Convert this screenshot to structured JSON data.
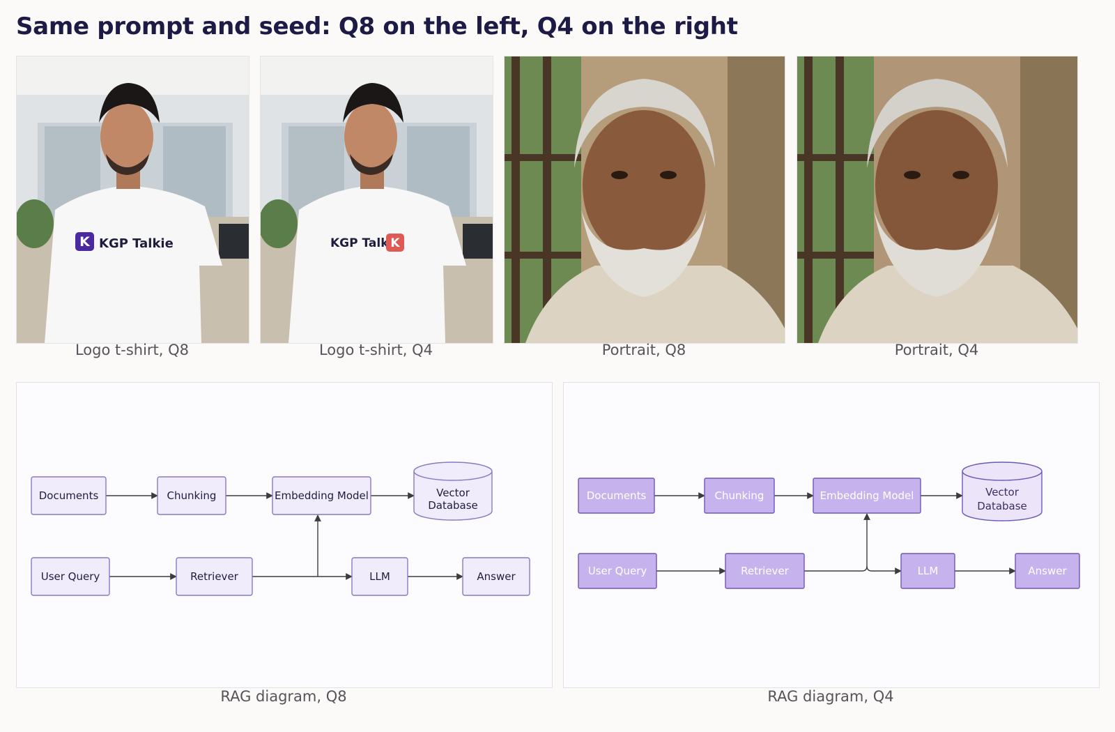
{
  "title": "Same prompt and seed: Q8 on the left, Q4 on the right",
  "photos": [
    {
      "caption": "Logo t-shirt, Q8",
      "shirt_logo_text": "KGP Talkie",
      "logo_letter": "K",
      "logo_color": "#4a2a9e"
    },
    {
      "caption": "Logo t-shirt, Q4",
      "shirt_logo_text": "KGP Talkie",
      "logo_letter": "K",
      "logo_color": "#e05a55"
    },
    {
      "caption": "Portrait, Q8"
    },
    {
      "caption": "Portrait, Q4"
    }
  ],
  "diagrams": [
    {
      "caption": "RAG diagram, Q8",
      "node_fill": "#f1ecfb",
      "node_stroke": "#8a78c2",
      "text_color": "#1f1d3d",
      "nodes": {
        "documents": "Documents",
        "chunking": "Chunking",
        "embedding": "Embedding Model",
        "vector_db_line1": "Vector",
        "vector_db_line2": "Database",
        "user_query": "User Query",
        "retriever": "Retriever",
        "llm": "LLM",
        "answer": "Answer"
      }
    },
    {
      "caption": "RAG diagram, Q4",
      "node_fill": "#c6b3ee",
      "node_stroke": "#6f58b5",
      "text_color": "#ffffff",
      "nodes": {
        "documents": "Documents",
        "chunking": "Chunking",
        "embedding": "Embedding Model",
        "vector_db_line1": "Vector",
        "vector_db_line2": "Database",
        "user_query": "User Query",
        "retriever": "Retriever",
        "llm": "LLM",
        "answer": "Answer"
      }
    }
  ]
}
